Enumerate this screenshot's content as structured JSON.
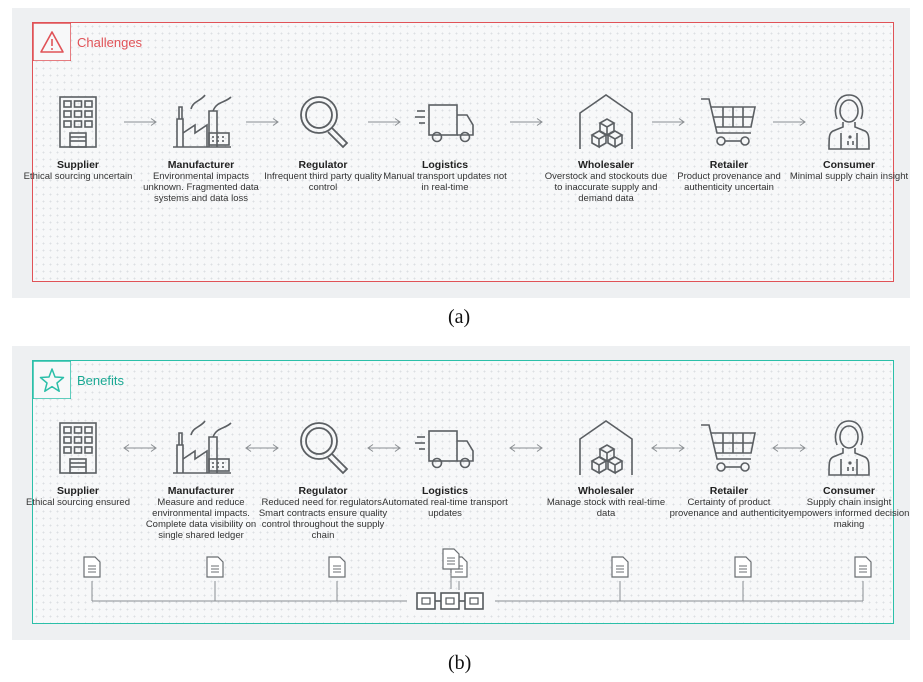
{
  "panel_a": {
    "title": "Challenges",
    "caption": "(a)",
    "stages": [
      {
        "name": "Supplier",
        "desc": "Ethical sourcing uncertain",
        "icon": "building-icon"
      },
      {
        "name": "Manufacturer",
        "desc": "Environmental impacts unknown. Fragmented data systems and data loss",
        "icon": "factory-icon"
      },
      {
        "name": "Regulator",
        "desc": "Infrequent third party quality control",
        "icon": "magnifier-icon"
      },
      {
        "name": "Logistics",
        "desc": "Manual transport updates not in real-time",
        "icon": "truck-icon"
      },
      {
        "name": "Wholesaler",
        "desc": "Overstock and stockouts due to inaccurate supply and demand data",
        "icon": "warehouse-icon"
      },
      {
        "name": "Retailer",
        "desc": "Product provenance and authenticity uncertain",
        "icon": "cart-icon"
      },
      {
        "name": "Consumer",
        "desc": "Minimal supply chain insight",
        "icon": "person-icon"
      }
    ]
  },
  "panel_b": {
    "title": "Benefits",
    "caption": "(b)",
    "stages": [
      {
        "name": "Supplier",
        "desc": "Ethical sourcing ensured",
        "icon": "building-icon"
      },
      {
        "name": "Manufacturer",
        "desc": "Measure and reduce environmental impacts. Complete data visibility on single shared ledger",
        "icon": "factory-icon"
      },
      {
        "name": "Regulator",
        "desc": "Reduced need for regulators. Smart contracts ensure quality control throughout the supply chain",
        "icon": "magnifier-icon"
      },
      {
        "name": "Logistics",
        "desc": "Automated real-time transport updates",
        "icon": "truck-icon"
      },
      {
        "name": "Wholesaler",
        "desc": "Manage stock with real-time data",
        "icon": "warehouse-icon"
      },
      {
        "name": "Retailer",
        "desc": "Certainty of product provenance and authenticity",
        "icon": "cart-icon"
      },
      {
        "name": "Consumer",
        "desc": "Supply chain insight empowers informed decision making",
        "icon": "person-icon"
      }
    ]
  },
  "colors": {
    "challenge": "#e05257",
    "benefit": "#2bbfa9",
    "icon_stroke": "#5b5f63"
  }
}
